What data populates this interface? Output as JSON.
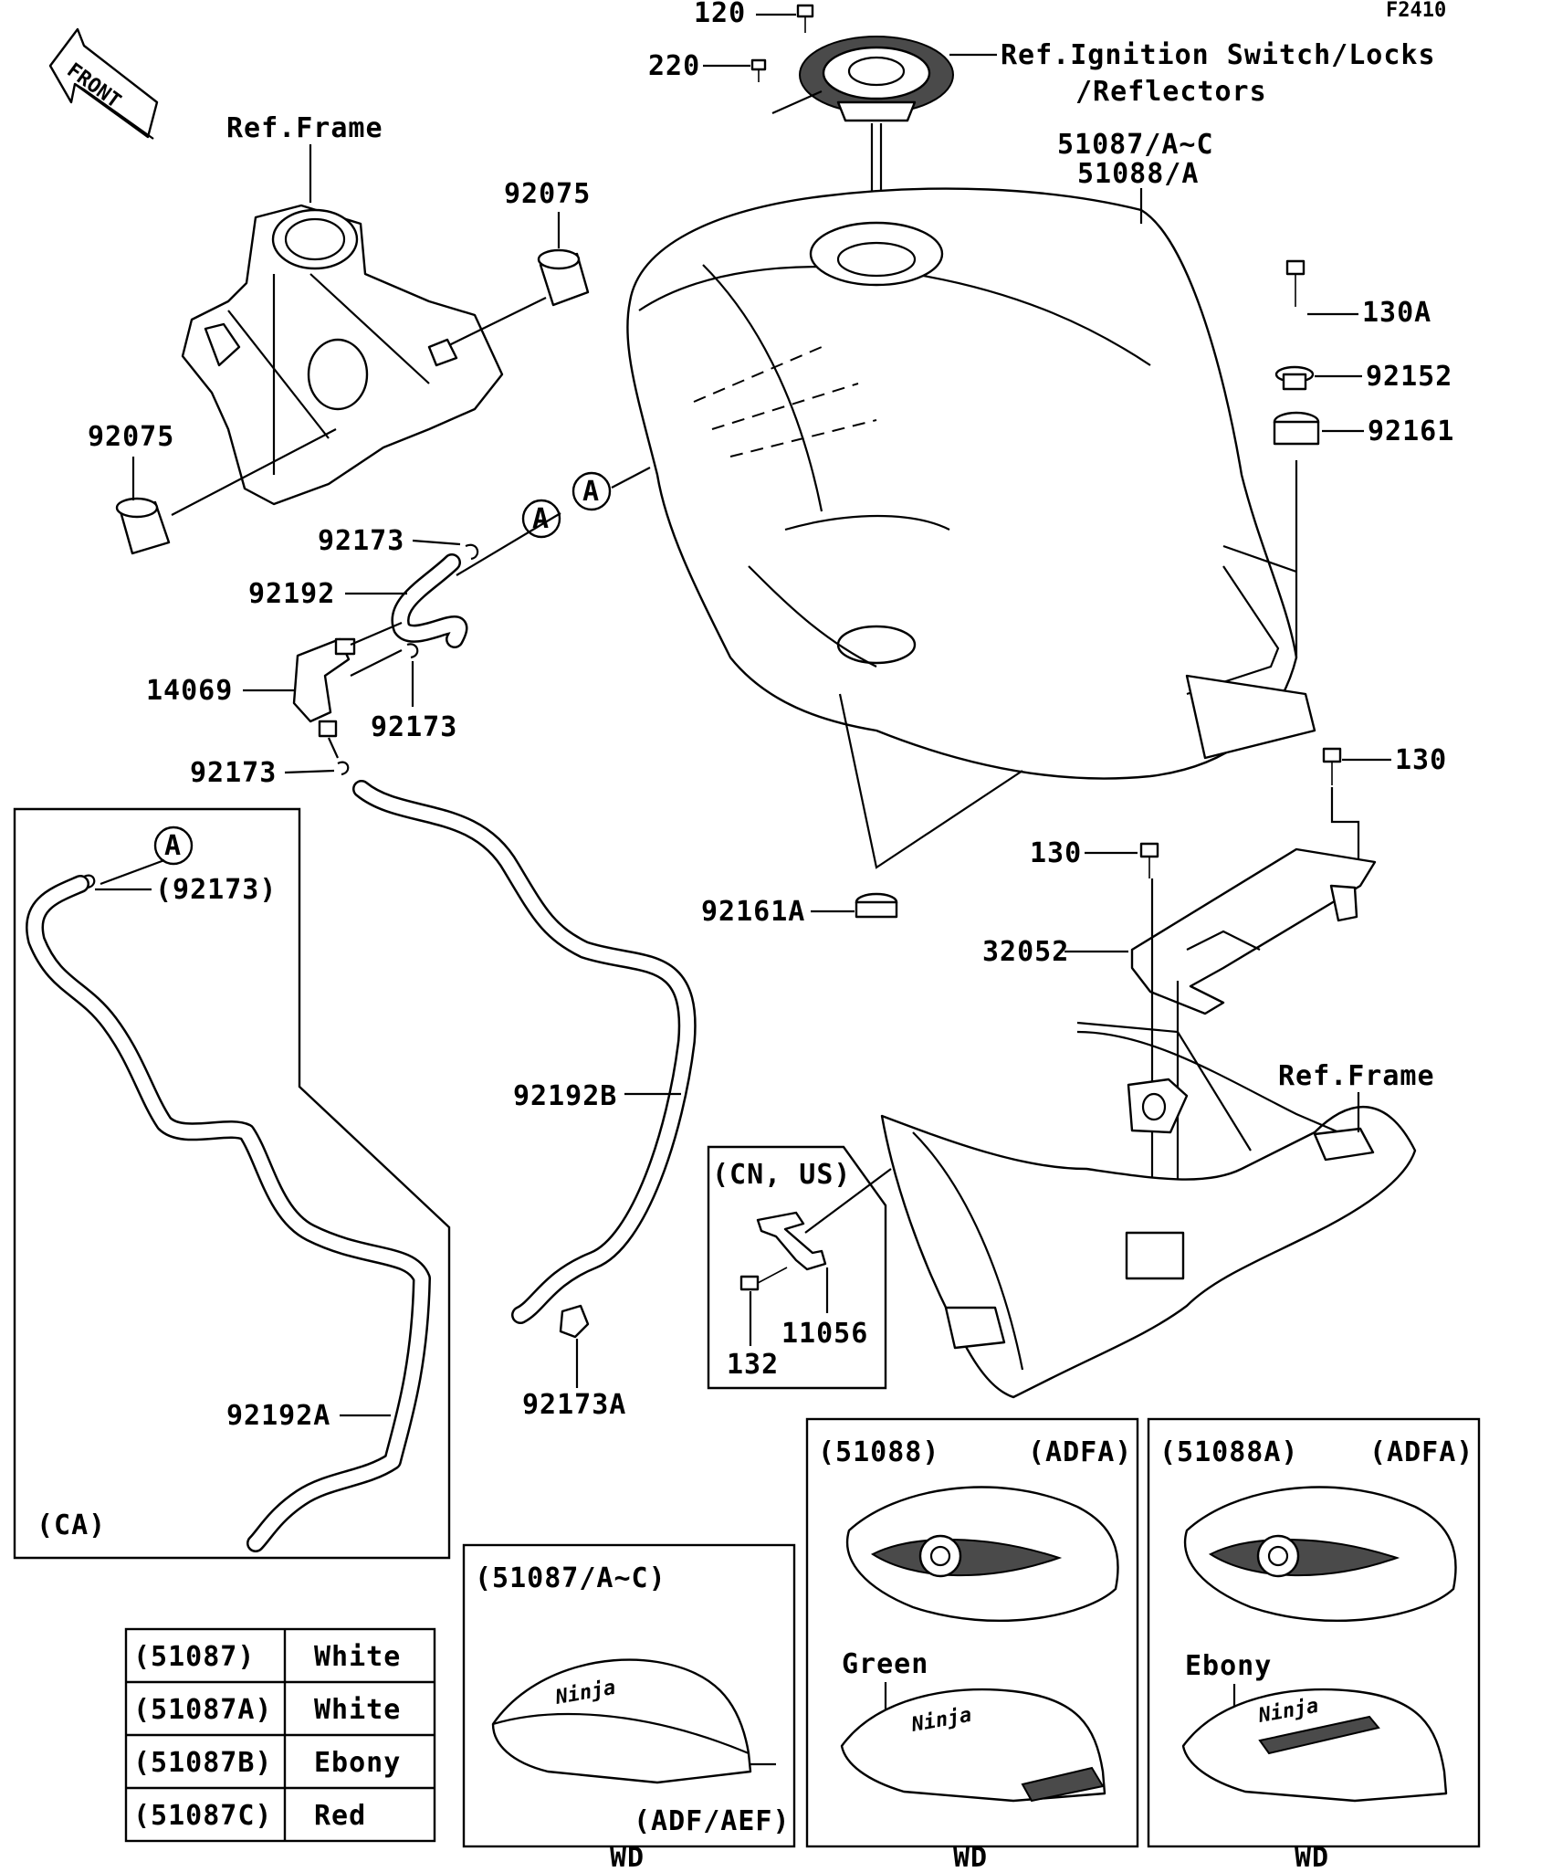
{
  "diagram_code": "F2410",
  "front_label": "FRONT",
  "callouts": {
    "c120": "120",
    "c220": "220",
    "ref_ignition_1": "Ref.Ignition Switch/Locks",
    "ref_ignition_2": "/Reflectors",
    "c51087": "51087/A~C",
    "c51088": "51088/A",
    "ref_frame_top": "Ref.Frame",
    "c92075_top": "92075",
    "c92075_left": "92075",
    "c130a": "130A",
    "c92152": "92152",
    "c92161": "92161",
    "c92173_a": "92173",
    "c92192": "92192",
    "c14069": "14069",
    "c92173_b": "92173",
    "c92173_c": "92173",
    "c92173_ca": "(92173)",
    "c130_right": "130",
    "c130_mid": "130",
    "c92161a": "92161A",
    "c32052": "32052",
    "ref_frame_bottom": "Ref.Frame",
    "c92192b": "92192B",
    "c92192a": "92192A",
    "c92173a": "92173A",
    "c11056": "11056",
    "c132": "132",
    "marker_a": "A"
  },
  "insets": {
    "ca_box": {
      "label": "(CA)"
    },
    "cn_us_box": {
      "label": "(CN, US)"
    },
    "box_51087": {
      "title": "(51087/A~C)",
      "variant": "(ADF/AEF)",
      "footer": "WD"
    },
    "box_51088": {
      "title": "(51088)",
      "variant": "(ADFA)",
      "color": "Green",
      "footer": "WD"
    },
    "box_51088a": {
      "title": "(51088A)",
      "variant": "(ADFA)",
      "color": "Ebony",
      "footer": "WD"
    }
  },
  "color_table": [
    {
      "part": "(51087)",
      "color": "White"
    },
    {
      "part": "(51087A)",
      "color": "White"
    },
    {
      "part": "(51087B)",
      "color": "Ebony"
    },
    {
      "part": "(51087C)",
      "color": "Red"
    }
  ],
  "logo_text": "Ninja",
  "colors": {
    "ink": "#000000",
    "paper": "#ffffff",
    "shade": "#4a4a4a"
  }
}
